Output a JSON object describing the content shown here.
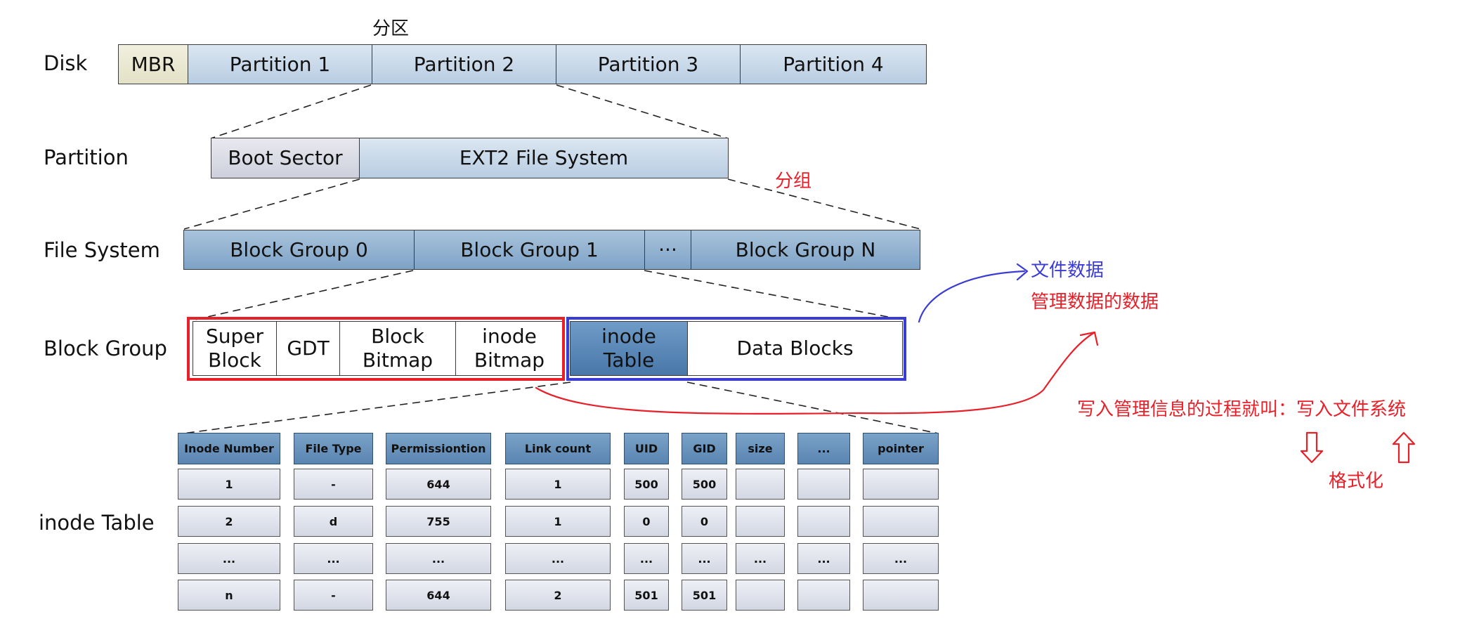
{
  "labels": {
    "disk": "Disk",
    "partition": "Partition",
    "file_system": "File System",
    "block_group": "Block Group",
    "inode_table": "inode Table"
  },
  "disk_row": {
    "cells": [
      "MBR",
      "Partition 1",
      "Partition 2",
      "Partition 3",
      "Partition 4"
    ],
    "annotation": "分区"
  },
  "partition_row": {
    "cells": [
      "Boot Sector",
      "EXT2 File System"
    ],
    "annotation": "分组"
  },
  "file_system_row": {
    "cells": [
      "Block Group 0",
      "Block Group 1",
      "···",
      "Block Group N"
    ]
  },
  "block_group_row": {
    "super_block": [
      "Super",
      "Block"
    ],
    "gdt": "GDT",
    "block_bitmap": [
      "Block",
      "Bitmap"
    ],
    "inode_bitmap": [
      "inode",
      "Bitmap"
    ],
    "inode_table": [
      "inode",
      "Table"
    ],
    "data_blocks": "Data Blocks"
  },
  "inode_table": {
    "headers": [
      "Inode Number",
      "File Type",
      "Permissiontion",
      "Link count",
      "UID",
      "GID",
      "size",
      "...",
      "pointer"
    ],
    "rows": [
      [
        "1",
        "-",
        "644",
        "1",
        "500",
        "500",
        "",
        "",
        ""
      ],
      [
        "2",
        "d",
        "755",
        "1",
        "0",
        "0",
        "",
        "",
        ""
      ],
      [
        "...",
        "...",
        "...",
        "...",
        "...",
        "...",
        "...",
        "...",
        "..."
      ],
      [
        "n",
        "-",
        "644",
        "2",
        "501",
        "501",
        "",
        "",
        ""
      ]
    ]
  },
  "annotations": {
    "file_data": "文件数据",
    "metadata": "管理数据的数据",
    "process": "写入管理信息的过程就叫：写入文件系统",
    "format": "格式化"
  },
  "colors": {
    "red": "#e8202a",
    "blue": "#3b3bd6",
    "header_blue": "#5985b1",
    "light_blue": "#b8cde2"
  }
}
